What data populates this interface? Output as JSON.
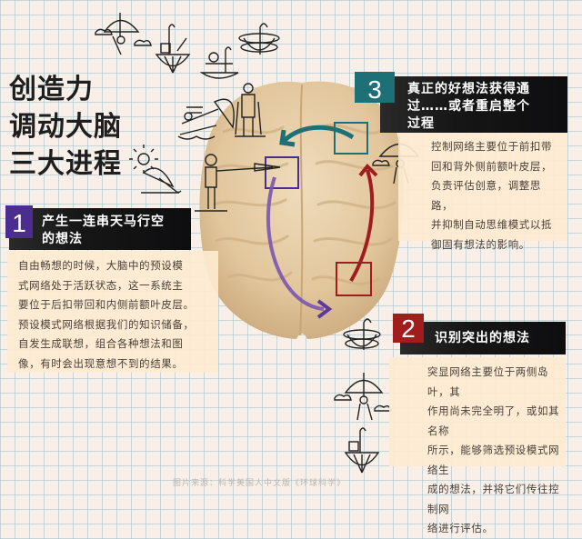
{
  "title": {
    "lines": [
      "创造力",
      "调动大脑",
      "三大进程"
    ]
  },
  "colors": {
    "step1": "#4b2c8f",
    "step2": "#a11c1c",
    "step3": "#1e7077",
    "panel_bg": "#fdecd0",
    "brain": "#e0c49a"
  },
  "steps": [
    {
      "number": "1",
      "title": "产生一连串天马行空的想法",
      "title_lines": [
        "产生一连串天马行空",
        "的想法"
      ],
      "body_lines": [
        "自由畅想的时候，大脑中的预设模",
        "式网络处于活跃状态，这一系统主",
        "要位于后扣带回和内侧前额叶皮层。",
        "预设模式网络根据我们的知识储备，",
        "自发生成联想，组合各种想法和图",
        "像，有时会出现意想不到的结果。"
      ]
    },
    {
      "number": "2",
      "title": "识别突出的想法",
      "title_lines": [
        "识别突出的想法"
      ],
      "body_lines": [
        "突显网络主要位于两侧岛叶，其",
        "作用尚未完全明了，或如其名称",
        "所示，能够筛选预设模式网络生",
        "成的想法，并将它们传往控制网",
        "络进行评估。"
      ]
    },
    {
      "number": "3",
      "title": "真正的好想法获得通过……或者重启整个过程",
      "title_lines": [
        "真正的好想法获得通",
        "过……或者重启整个",
        "过程"
      ],
      "body_lines": [
        "控制网络主要位于前扣带",
        "回和背外侧前额叶皮层，",
        "负责评估创意，调整思路，",
        "并抑制自动思维模式以抵",
        "御固有想法的影响。"
      ]
    }
  ],
  "illustrations": [
    "umbrella-person-icon",
    "umbrella-basket-icon",
    "spinning-umbrella-icon",
    "person-in-umbrella-boat-icon",
    "windblown-umbrella-icon",
    "person-with-umbrellas-icon",
    "person-pointing-umbrella-icon",
    "sun-icon",
    "open-umbrella-icon",
    "brain-illustration"
  ],
  "footer": {
    "caption": "图片来源：科学美国人中文版《环球科学》"
  }
}
